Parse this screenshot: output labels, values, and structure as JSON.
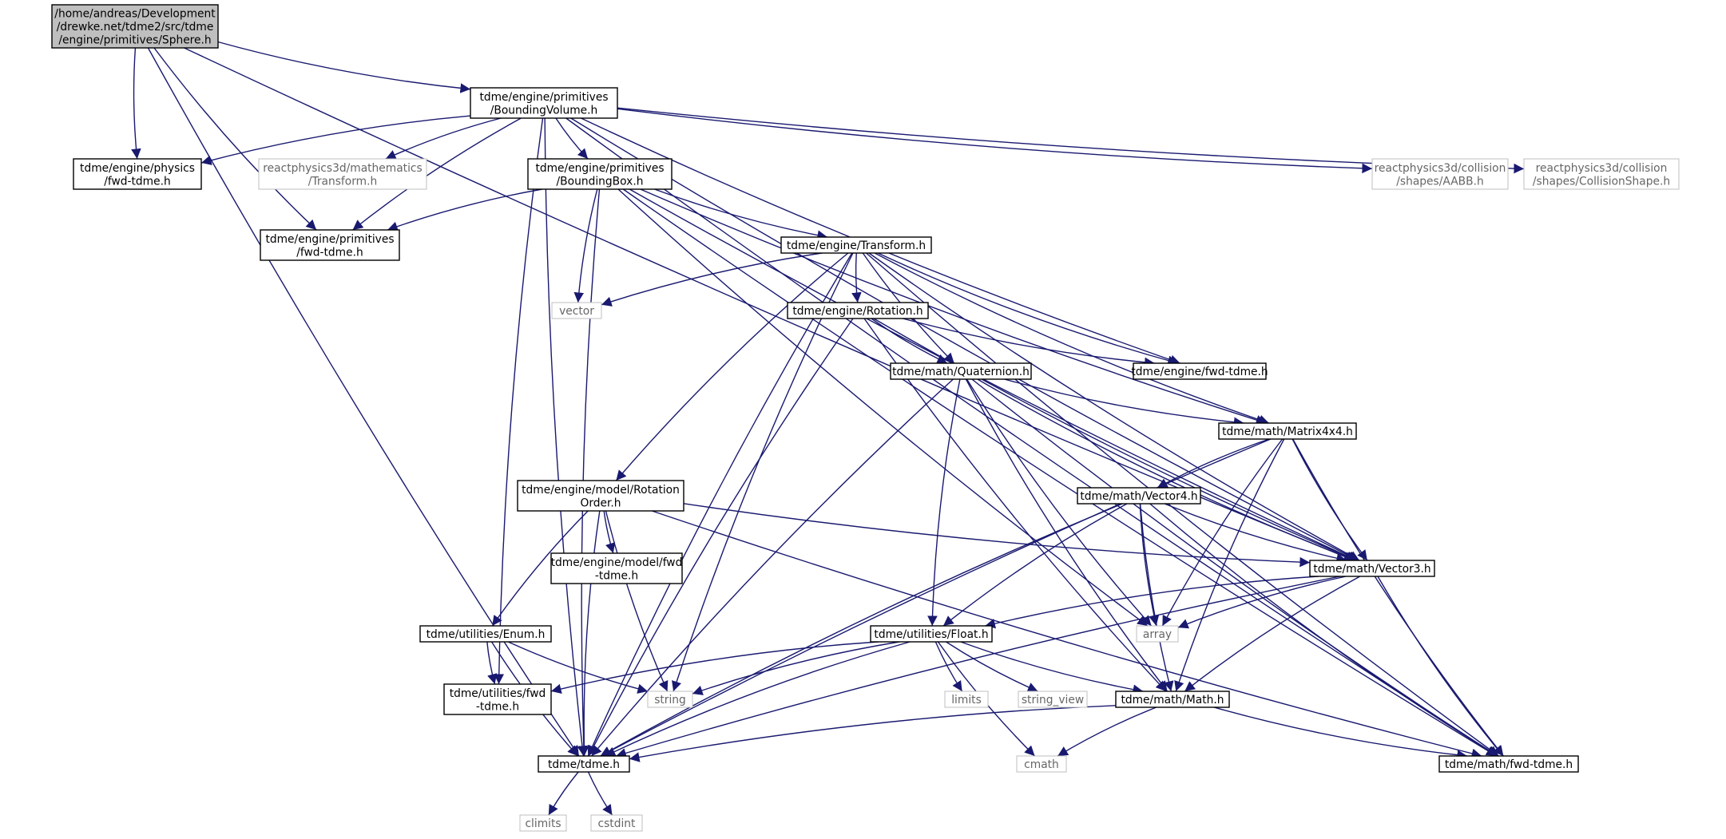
{
  "colors": {
    "edge": "#191970",
    "node_border": "#000000",
    "external_border": "#bfbfbf",
    "root_fill": "#bfbfbf",
    "node_fill": "#ffffff",
    "external_text": "#666666"
  },
  "nodes": [
    {
      "id": "sphere",
      "lines": [
        "/home/andreas/Development",
        "/drewke.net/tdme2/src/tdme",
        "/engine/primitives/Sphere.h"
      ],
      "kind": "root"
    },
    {
      "id": "bv",
      "lines": [
        "tdme/engine/primitives",
        "/BoundingVolume.h"
      ],
      "kind": "header"
    },
    {
      "id": "physics_fwd",
      "lines": [
        "tdme/engine/physics",
        "/fwd-tdme.h"
      ],
      "kind": "header"
    },
    {
      "id": "rp3d_transform",
      "lines": [
        "reactphysics3d/mathematics",
        "/Transform.h"
      ],
      "kind": "external"
    },
    {
      "id": "bb",
      "lines": [
        "tdme/engine/primitives",
        "/BoundingBox.h"
      ],
      "kind": "header"
    },
    {
      "id": "rp3d_aabb",
      "lines": [
        "reactphysics3d/collision",
        "/shapes/AABB.h"
      ],
      "kind": "external"
    },
    {
      "id": "rp3d_cs",
      "lines": [
        "reactphysics3d/collision",
        "/shapes/CollisionShape.h"
      ],
      "kind": "external"
    },
    {
      "id": "prim_fwd",
      "lines": [
        "tdme/engine/primitives",
        "/fwd-tdme.h"
      ],
      "kind": "header"
    },
    {
      "id": "transform",
      "lines": [
        "tdme/engine/Transform.h"
      ],
      "kind": "header"
    },
    {
      "id": "vector",
      "lines": [
        "vector"
      ],
      "kind": "external"
    },
    {
      "id": "rotation",
      "lines": [
        "tdme/engine/Rotation.h"
      ],
      "kind": "header"
    },
    {
      "id": "engine_fwd",
      "lines": [
        "tdme/engine/fwd-tdme.h"
      ],
      "kind": "header"
    },
    {
      "id": "quaternion",
      "lines": [
        "tdme/math/Quaternion.h"
      ],
      "kind": "header"
    },
    {
      "id": "matrix",
      "lines": [
        "tdme/math/Matrix4x4.h"
      ],
      "kind": "header"
    },
    {
      "id": "rotorder",
      "lines": [
        "tdme/engine/model/Rotation",
        "Order.h"
      ],
      "kind": "header"
    },
    {
      "id": "vector4",
      "lines": [
        "tdme/math/Vector4.h"
      ],
      "kind": "header"
    },
    {
      "id": "model_fwd",
      "lines": [
        "tdme/engine/model/fwd",
        "-tdme.h"
      ],
      "kind": "header"
    },
    {
      "id": "vector3",
      "lines": [
        "tdme/math/Vector3.h"
      ],
      "kind": "header"
    },
    {
      "id": "enum",
      "lines": [
        "tdme/utilities/Enum.h"
      ],
      "kind": "header"
    },
    {
      "id": "float",
      "lines": [
        "tdme/utilities/Float.h"
      ],
      "kind": "header"
    },
    {
      "id": "array",
      "lines": [
        "array"
      ],
      "kind": "external"
    },
    {
      "id": "util_fwd",
      "lines": [
        "tdme/utilities/fwd",
        "-tdme.h"
      ],
      "kind": "header"
    },
    {
      "id": "string",
      "lines": [
        "string"
      ],
      "kind": "external"
    },
    {
      "id": "limits",
      "lines": [
        "limits"
      ],
      "kind": "external"
    },
    {
      "id": "string_view",
      "lines": [
        "string_view"
      ],
      "kind": "external"
    },
    {
      "id": "math",
      "lines": [
        "tdme/math/Math.h"
      ],
      "kind": "header"
    },
    {
      "id": "tdme",
      "lines": [
        "tdme/tdme.h"
      ],
      "kind": "header"
    },
    {
      "id": "cmath",
      "lines": [
        "cmath"
      ],
      "kind": "external"
    },
    {
      "id": "math_fwd",
      "lines": [
        "tdme/math/fwd-tdme.h"
      ],
      "kind": "header"
    },
    {
      "id": "climits",
      "lines": [
        "climits"
      ],
      "kind": "external"
    },
    {
      "id": "cstdint",
      "lines": [
        "cstdint"
      ],
      "kind": "external"
    }
  ],
  "edges": [
    [
      "sphere",
      "bv"
    ],
    [
      "sphere",
      "physics_fwd"
    ],
    [
      "sphere",
      "prim_fwd"
    ],
    [
      "sphere",
      "tdme"
    ],
    [
      "sphere",
      "vector3"
    ],
    [
      "bv",
      "physics_fwd"
    ],
    [
      "bv",
      "rp3d_transform"
    ],
    [
      "bv",
      "bb"
    ],
    [
      "bv",
      "rp3d_aabb"
    ],
    [
      "bv",
      "rp3d_cs"
    ],
    [
      "bv",
      "prim_fwd"
    ],
    [
      "bv",
      "engine_fwd"
    ],
    [
      "bv",
      "util_fwd"
    ],
    [
      "bv",
      "vector3"
    ],
    [
      "bv",
      "tdme"
    ],
    [
      "bv",
      "math_fwd"
    ],
    [
      "bb",
      "prim_fwd"
    ],
    [
      "bb",
      "transform"
    ],
    [
      "bb",
      "vector"
    ],
    [
      "bb",
      "array"
    ],
    [
      "bb",
      "tdme"
    ],
    [
      "bb",
      "matrix"
    ],
    [
      "bb",
      "vector3"
    ],
    [
      "bb",
      "math_fwd"
    ],
    [
      "transform",
      "vector"
    ],
    [
      "transform",
      "rotation"
    ],
    [
      "transform",
      "engine_fwd"
    ],
    [
      "transform",
      "quaternion"
    ],
    [
      "transform",
      "matrix"
    ],
    [
      "transform",
      "rotorder"
    ],
    [
      "transform",
      "vector3"
    ],
    [
      "transform",
      "string"
    ],
    [
      "transform",
      "tdme"
    ],
    [
      "transform",
      "math_fwd"
    ],
    [
      "rotation",
      "quaternion"
    ],
    [
      "rotation",
      "engine_fwd"
    ],
    [
      "rotation",
      "vector3"
    ],
    [
      "rotation",
      "math"
    ],
    [
      "rotation",
      "tdme"
    ],
    [
      "quaternion",
      "matrix"
    ],
    [
      "quaternion",
      "vector3"
    ],
    [
      "quaternion",
      "float"
    ],
    [
      "quaternion",
      "math"
    ],
    [
      "quaternion",
      "array"
    ],
    [
      "quaternion",
      "tdme"
    ],
    [
      "quaternion",
      "math_fwd"
    ],
    [
      "matrix",
      "vector4"
    ],
    [
      "matrix",
      "vector3"
    ],
    [
      "matrix",
      "array"
    ],
    [
      "matrix",
      "math"
    ],
    [
      "matrix",
      "math_fwd"
    ],
    [
      "matrix",
      "tdme"
    ],
    [
      "vector4",
      "vector3"
    ],
    [
      "vector4",
      "float"
    ],
    [
      "vector4",
      "math"
    ],
    [
      "vector4",
      "array"
    ],
    [
      "vector4",
      "tdme"
    ],
    [
      "vector4",
      "math_fwd"
    ],
    [
      "rotorder",
      "model_fwd"
    ],
    [
      "rotorder",
      "enum"
    ],
    [
      "rotorder",
      "vector3"
    ],
    [
      "rotorder",
      "string"
    ],
    [
      "rotorder",
      "tdme"
    ],
    [
      "rotorder",
      "math_fwd"
    ],
    [
      "vector3",
      "float"
    ],
    [
      "vector3",
      "math"
    ],
    [
      "vector3",
      "array"
    ],
    [
      "vector3",
      "tdme"
    ],
    [
      "vector3",
      "math_fwd"
    ],
    [
      "enum",
      "util_fwd"
    ],
    [
      "enum",
      "string"
    ],
    [
      "enum",
      "tdme"
    ],
    [
      "float",
      "util_fwd"
    ],
    [
      "float",
      "string"
    ],
    [
      "float",
      "limits"
    ],
    [
      "float",
      "string_view"
    ],
    [
      "float",
      "math"
    ],
    [
      "float",
      "cmath"
    ],
    [
      "float",
      "tdme"
    ],
    [
      "math",
      "tdme"
    ],
    [
      "math",
      "cmath"
    ],
    [
      "math",
      "math_fwd"
    ],
    [
      "tdme",
      "climits"
    ],
    [
      "tdme",
      "cstdint"
    ]
  ]
}
